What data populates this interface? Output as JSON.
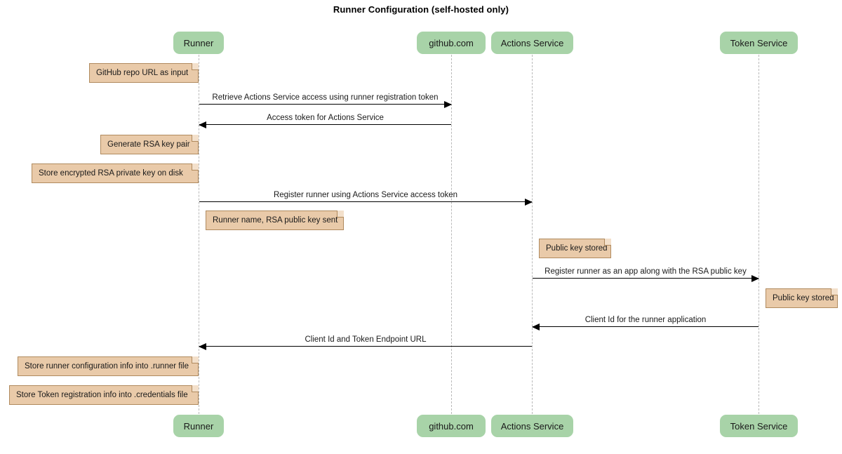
{
  "title": "Runner Configuration (self-hosted only)",
  "colors": {
    "participant_fill": "#a8d3a8",
    "note_fill": "#e9caa9",
    "note_border": "#b08a5e",
    "lifeline": "#b9b9b9",
    "arrow": "#000000",
    "text": "#1a1a1a",
    "background": "#ffffff"
  },
  "participants": [
    {
      "id": "runner",
      "label": "Runner"
    },
    {
      "id": "github",
      "label": "github.com"
    },
    {
      "id": "actions",
      "label": "Actions Service"
    },
    {
      "id": "token",
      "label": "Token Service"
    }
  ],
  "notes": [
    {
      "id": "note-1",
      "text": "GitHub repo URL as input"
    },
    {
      "id": "note-2",
      "text": "Generate RSA key pair"
    },
    {
      "id": "note-3",
      "text": "Store encrypted RSA private key on disk"
    },
    {
      "id": "note-4",
      "text": "Runner name, RSA public key sent"
    },
    {
      "id": "note-5",
      "text": "Public key stored"
    },
    {
      "id": "note-6",
      "text": "Public key stored"
    },
    {
      "id": "note-7",
      "text": "Store runner configuration info into .runner file"
    },
    {
      "id": "note-8",
      "text": "Store Token registration info into .credentials file"
    }
  ],
  "messages": [
    {
      "id": "msg-1",
      "text": "Retrieve Actions Service access using runner registration token",
      "from": "runner",
      "to": "github",
      "direction": "right"
    },
    {
      "id": "msg-2",
      "text": "Access token for Actions Service",
      "from": "github",
      "to": "runner",
      "direction": "left"
    },
    {
      "id": "msg-3",
      "text": "Register runner using Actions Service access token",
      "from": "runner",
      "to": "actions",
      "direction": "right"
    },
    {
      "id": "msg-4",
      "text": "Register runner as an app along with the RSA public key",
      "from": "actions",
      "to": "token",
      "direction": "right"
    },
    {
      "id": "msg-5",
      "text": "Client Id for the runner application",
      "from": "token",
      "to": "actions",
      "direction": "left"
    },
    {
      "id": "msg-6",
      "text": "Client Id and Token Endpoint URL",
      "from": "actions",
      "to": "runner",
      "direction": "left"
    }
  ]
}
